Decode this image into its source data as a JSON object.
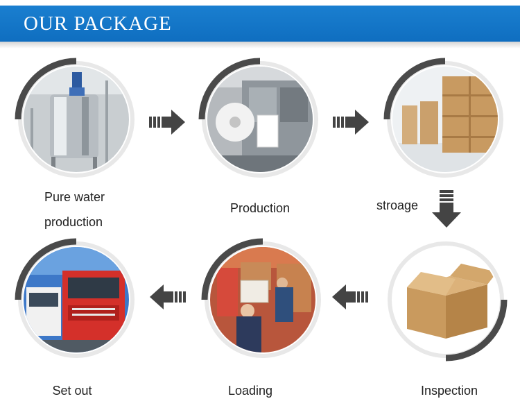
{
  "banner": {
    "title": "OUR PACKAGE"
  },
  "steps": [
    {
      "label_line1": "Pure water",
      "label_line2": "production",
      "icon": "tank-icon"
    },
    {
      "label": "Production",
      "icon": "machine-icon"
    },
    {
      "label": "stroage",
      "icon": "warehouse-icon"
    },
    {
      "label": "Inspection",
      "icon": "cardboard-box-icon"
    },
    {
      "label": "Loading",
      "icon": "loading-worker-icon"
    },
    {
      "label": "Set out",
      "icon": "truck-icon"
    }
  ],
  "colors": {
    "banner": "#1278c8",
    "ring_light": "#e6e6e6",
    "ring_dark": "#4a4a4a",
    "arrow": "#444444"
  }
}
